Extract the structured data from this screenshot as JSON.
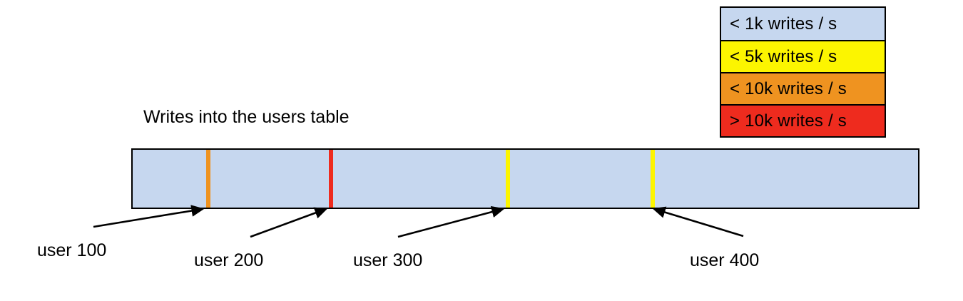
{
  "chart_data": {
    "type": "bar",
    "title": "Writes into the users table",
    "xlabel": "",
    "ylabel": "",
    "description": "Single horizontal key-range bar for the users table; colored vertical bands mark the write rate at specific user keys.",
    "categories": [
      "user 100",
      "user 200",
      "user 300",
      "user 400"
    ],
    "series": [
      {
        "name": "write rate band",
        "values": [
          "< 10k writes / s",
          "> 10k writes / s",
          "< 5k writes / s",
          "< 5k writes / s"
        ]
      }
    ],
    "baseline_band": "< 1k writes / s",
    "legend_position": "top-right"
  },
  "legend": {
    "rows": [
      {
        "label": "< 1k writes / s",
        "color": "#c6d7ef"
      },
      {
        "label": "< 5k writes / s",
        "color": "#fcf500"
      },
      {
        "label": "< 10k writes / s",
        "color": "#ef9320"
      },
      {
        "label": "> 10k writes / s",
        "color": "#ee2b1e"
      }
    ]
  },
  "chart": {
    "title": "Writes into the users table",
    "bar_fill": "#c6d7ef",
    "bar_stroke": "#000000",
    "markers": [
      {
        "name": "user-100",
        "color": "#ef9320"
      },
      {
        "name": "user-200",
        "color": "#ee2b1e"
      },
      {
        "name": "user-300",
        "color": "#fcf500"
      },
      {
        "name": "user-400",
        "color": "#fcf500"
      }
    ],
    "labels": [
      {
        "text": "user 100"
      },
      {
        "text": "user 200"
      },
      {
        "text": "user 300"
      },
      {
        "text": "user 400"
      }
    ]
  }
}
